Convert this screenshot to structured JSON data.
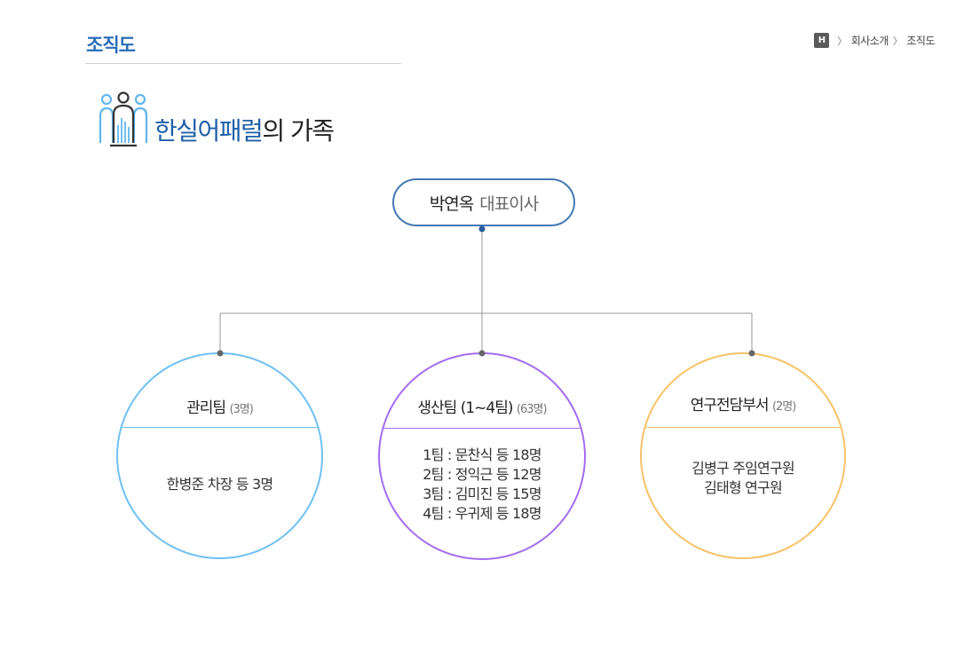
{
  "header": {
    "title": "조직도",
    "breadcrumb": {
      "home_icon_label": "H",
      "items": [
        "회사소개",
        "조직도"
      ]
    }
  },
  "heading": {
    "brand": "한실어패럴",
    "suffix": "의 가족"
  },
  "ceo": {
    "name": "박연옥",
    "role": "대표이사"
  },
  "teams": [
    {
      "name": "관리팀",
      "count": "(3명)",
      "color": "#6fc0f3",
      "members": [
        "한병준 차장 등 3명"
      ]
    },
    {
      "name": "생산팀 (1~4팀)",
      "count": "(63명)",
      "color": "#a46cf0",
      "members": [
        "1팀 : 문찬식 등 18명",
        "2팀 : 정익근 등 12명",
        "3팀 : 김미진 등 15명",
        "4팀 : 우귀제 등 18명"
      ]
    },
    {
      "name": "연구전담부서",
      "count": "(2명)",
      "color": "#f7c268",
      "members": [
        "김병구 주임연구원",
        "김태형 연구원"
      ]
    }
  ],
  "colors": {
    "accent": "#2a6db8",
    "connector": "#999999",
    "node_dot": "#666666",
    "ceo_border": "#4479b2"
  }
}
